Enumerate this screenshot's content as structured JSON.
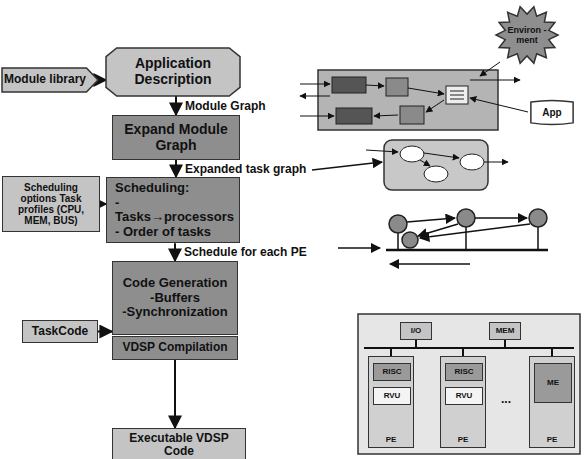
{
  "diagram": {
    "nodes": [
      {
        "text": [
          "Module library"
        ]
      },
      {
        "text": [
          "Application Description"
        ]
      },
      {
        "text": [
          "Expand Module Graph"
        ]
      },
      {
        "text": [
          "Scheduling options Task profiles (CPU, MEM, BUS)"
        ]
      },
      {
        "text": [
          "Scheduling:",
          "-Tasks→processors",
          "- Order of tasks"
        ]
      },
      {
        "text": [
          "Code Generation",
          "-Buffers",
          "-Synchronization"
        ]
      },
      {
        "text": [
          "VDSP Compilation"
        ]
      },
      {
        "text": [
          "TaskCode"
        ]
      },
      {
        "text": [
          "Executable VDSP Code"
        ]
      },
      {
        "text": [
          "Environ -ment"
        ]
      },
      {
        "text": [
          "App"
        ]
      },
      {
        "text": [
          "I/O"
        ]
      },
      {
        "text": [
          "MEM"
        ]
      },
      {
        "text": [
          "PE"
        ]
      },
      {
        "text": [
          "RISC"
        ],
        "in": 13
      },
      {
        "text": [
          "RVU"
        ],
        "in": 13
      },
      {
        "text": [
          "PE"
        ]
      },
      {
        "text": [
          "RISC"
        ],
        "in": 16
      },
      {
        "text": [
          "RVU"
        ],
        "in": 16
      },
      {
        "text": [
          "PE"
        ]
      },
      {
        "text": [
          "ME"
        ],
        "in": 19
      }
    ],
    "edges": [
      {
        "from": 0,
        "to": 1,
        "arrow": "to"
      },
      {
        "from": 1,
        "to": 2,
        "label": "Module Graph",
        "arrow": "to"
      },
      {
        "from": 2,
        "to": 4,
        "label": "Expanded task graph",
        "arrow": "to"
      },
      {
        "from": 3,
        "to": 4,
        "arrow": "to"
      },
      {
        "from": 4,
        "to": 5,
        "label": "Schedule for each PE",
        "arrow": "to"
      },
      {
        "from": 7,
        "to": 5,
        "arrow": "to"
      },
      {
        "from": 6,
        "to": 8,
        "arrow": "to"
      }
    ],
    "labels": [
      "..."
    ]
  }
}
